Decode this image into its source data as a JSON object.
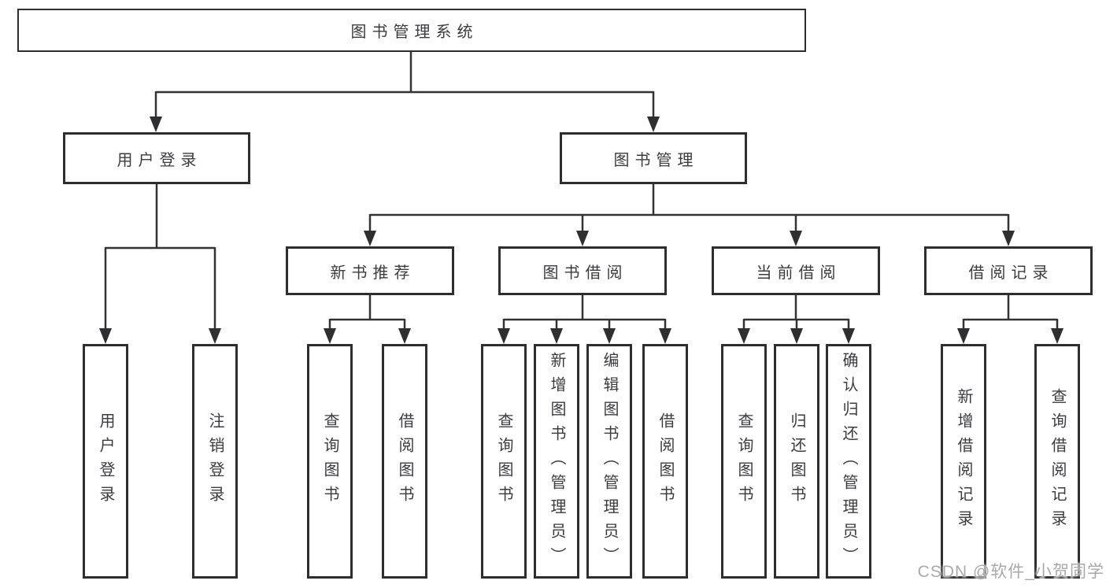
{
  "diagram": {
    "type": "hierarchy-tree",
    "nodes": {
      "root": "图书管理系统",
      "user_login": "用户登录",
      "book_management": "图书管理",
      "ul_login": "用户登录",
      "ul_logout": "注销登录",
      "new_book_recommend": "新书推荐",
      "book_borrow": "图书借阅",
      "current_borrow": "当前借阅",
      "borrow_records": "借阅记录",
      "nb_query_books": "查询图书",
      "nb_borrow_books": "借阅图书",
      "bb_query_books": "查询图书",
      "bb_add_books": "新增图书（管理员）",
      "bb_edit_books": "编辑图书（管理员）",
      "bb_borrow_books": "借阅图书",
      "cb_query_books": "查询图书",
      "cb_return_books": "归还图书",
      "cb_confirm_return": "确认归还（管理员）",
      "br_add_record": "新增借阅记录",
      "br_query_record": "查询借阅记录"
    },
    "structure": {
      "图书管理系统": {
        "用户登录": [
          "用户登录",
          "注销登录"
        ],
        "图书管理": {
          "新书推荐": [
            "查询图书",
            "借阅图书"
          ],
          "图书借阅": [
            "查询图书",
            "新增图书（管理员）",
            "编辑图书（管理员）",
            "借阅图书"
          ],
          "当前借阅": [
            "查询图书",
            "归还图书",
            "确认归还（管理员）"
          ],
          "借阅记录": [
            "新增借阅记录",
            "查询借阅记录"
          ]
        }
      }
    },
    "colors": {
      "line": "#333333",
      "border": "#2e2e30",
      "text": "#3b3b40",
      "background": "#ffffff",
      "watermark": "#a8a9ab"
    }
  },
  "watermark": "CSDN @软件_小贺同学"
}
